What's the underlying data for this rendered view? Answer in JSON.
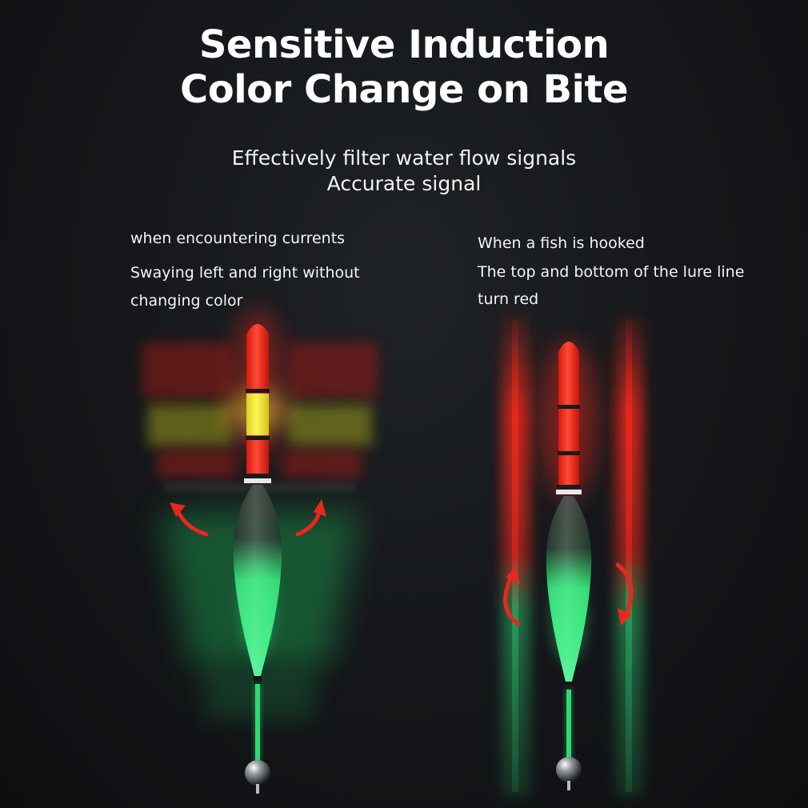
{
  "title": {
    "line1": "Sensitive Induction",
    "line2": "Color Change on Bite"
  },
  "subtitle": {
    "line1": "Effectively filter water flow signals",
    "line2": "Accurate signal"
  },
  "left_caption": {
    "line1": "when encountering currents",
    "line2": "Swaying left and right without",
    "line3": "changing color"
  },
  "right_caption": {
    "line1": "When a fish is hooked",
    "line2": "The top and bottom of the lure line",
    "line3": "turn red"
  },
  "colors": {
    "background": "#141619",
    "red": "#ff3a2a",
    "yellow": "#f2e93a",
    "green": "#2fe27a",
    "arrow": "#e8281e"
  },
  "icons": [
    "curved-arrow-icon"
  ]
}
